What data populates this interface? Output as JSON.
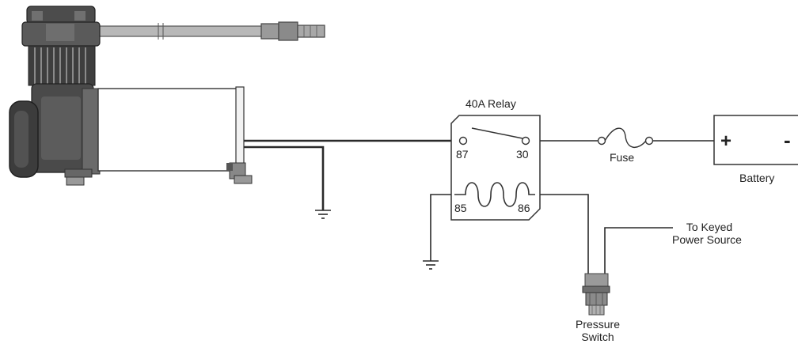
{
  "relay": {
    "title": "40A Relay",
    "terminals": {
      "t87": "87",
      "t30": "30",
      "t85": "85",
      "t86": "86"
    }
  },
  "fuse": {
    "label": "Fuse"
  },
  "battery": {
    "label": "Battery",
    "positive": "+",
    "negative": "-"
  },
  "pressure_switch": {
    "line1": "Pressure",
    "line2": "Switch"
  },
  "power_source": {
    "line1": "To Keyed",
    "line2": "Power Source"
  },
  "icons": [
    "compressor-icon",
    "ground-icon",
    "coil-icon",
    "relay-switch-icon",
    "fuse-icon",
    "battery-icon",
    "pressure-switch-icon"
  ]
}
